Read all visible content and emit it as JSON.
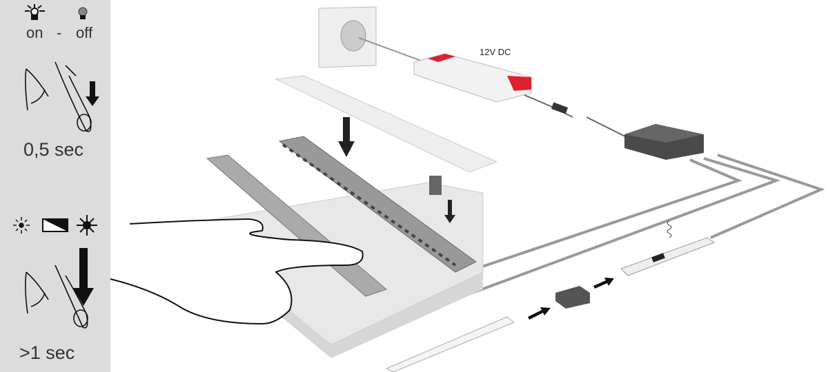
{
  "panel": {
    "on_label": "on",
    "separator": "-",
    "off_label": "off",
    "short_press": "0,5 sec",
    "long_press": ">1 sec",
    "icons": [
      "light-bulb-on-icon",
      "light-bulb-off-icon",
      "finger-press-icon",
      "dim-icon",
      "brightness-ramp-icon",
      "bright-icon"
    ]
  },
  "illustration": {
    "power_supply_label": "12V DC"
  },
  "colors": {
    "panel_bg": "#dcdcdc",
    "accent_red": "#e0202e",
    "profile": "#9a9a9a"
  }
}
